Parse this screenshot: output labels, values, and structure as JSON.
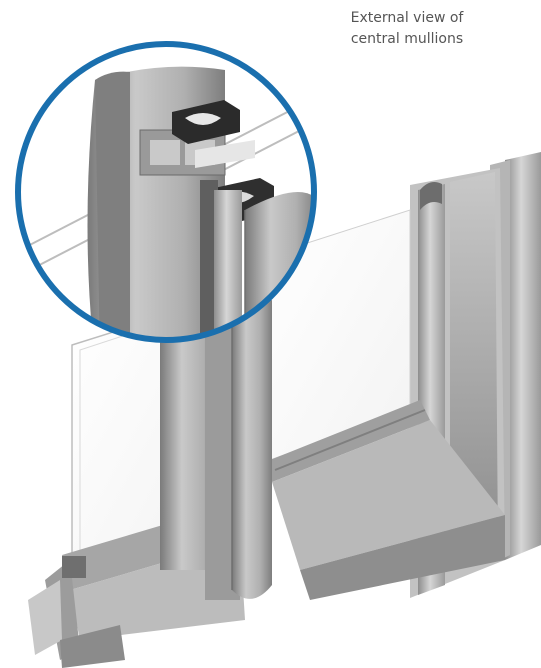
{
  "caption": {
    "line1": "External view of",
    "line2": "central mullions"
  },
  "colors": {
    "magnifier_ring": "#1a6fae",
    "aluminium_light": "#d4d4d4",
    "aluminium_mid": "#a9a9a9",
    "aluminium_dark": "#7c7c7c",
    "gasket": "#2b2b2b"
  },
  "figure": {
    "subject": "aluminium window frame section with central mullion",
    "inset": "magnified detail of central mullion profile"
  }
}
